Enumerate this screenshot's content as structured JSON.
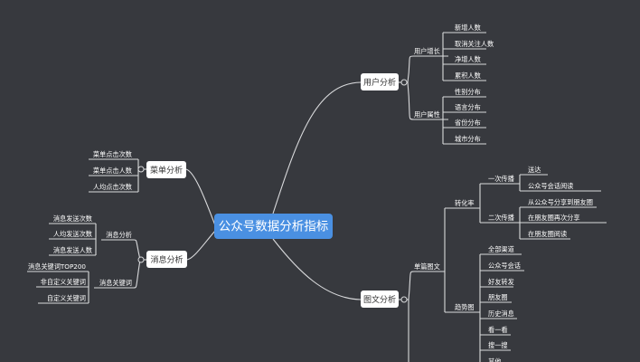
{
  "root": "公众号数据分析指标",
  "user": {
    "title": "用户分析",
    "growth": {
      "label": "用户增长",
      "items": [
        "新增人数",
        "取消关注人数",
        "净增人数",
        "累积人数"
      ]
    },
    "attr": {
      "label": "用户属性",
      "items": [
        "性别分布",
        "语言分布",
        "省份分布",
        "城市分布"
      ]
    }
  },
  "menu": {
    "title": "菜单分析",
    "items": [
      "菜单点击次数",
      "菜单点击人数",
      "人均点击次数"
    ]
  },
  "message": {
    "title": "消息分析",
    "analysis": {
      "label": "消息分析",
      "items": [
        "消息发送次数",
        "人均发送次数",
        "消息发送人数"
      ]
    },
    "keyword": {
      "label": "消息关键词",
      "items": [
        "消息关键词TOP200",
        "非自定义关键词",
        "自定义关键词"
      ]
    }
  },
  "article": {
    "title": "图文分析",
    "single": "单篇图文",
    "conversion": {
      "label": "转化率",
      "first": {
        "label": "一次传播",
        "items": [
          "送达",
          "公众号会话阅读"
        ]
      },
      "second": {
        "label": "二次传播",
        "items": [
          "从公众号分享到朋友圈",
          "在朋友圈再次分享",
          "在朋友圈阅读"
        ]
      }
    },
    "trend": {
      "label": "趋势图",
      "items": [
        "全部渠道",
        "公众号会话",
        "好友转发",
        "朋友圈",
        "历史消息",
        "看一看",
        "搜一搜",
        "其他"
      ]
    }
  }
}
